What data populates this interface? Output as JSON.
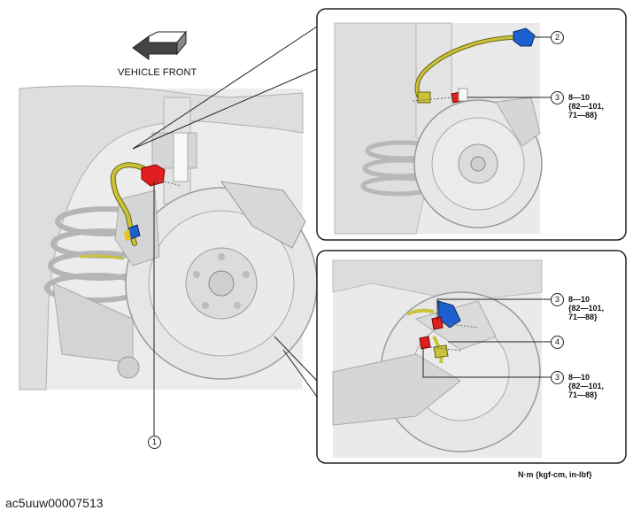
{
  "header": {
    "direction_label": "VEHICLE FRONT",
    "direction_icon": "arrow-left-icon"
  },
  "callouts": {
    "c1": "1",
    "c2": "2",
    "c3a": "3",
    "c3b": "3",
    "c4": "4",
    "c3c": "3"
  },
  "torque_specs": {
    "upper_panel": {
      "line1": "8—10",
      "line2": "{82—101,",
      "line3": "71—88}"
    },
    "lower_panel_a": {
      "line1": "8—10",
      "line2": "{82—101,",
      "line3": "71—88}"
    },
    "lower_panel_b": {
      "line1": "8—10",
      "line2": "{82—101,",
      "line3": "71—88}"
    }
  },
  "footer": {
    "units": "N·m {kgf-cm, in-lbf}",
    "image_id": "ac5uuw00007513"
  },
  "colors": {
    "panel_border": "#222222",
    "line_art": "#9a9a9a",
    "brake_hose": "#c9c23a",
    "bracket_red": "#e02020",
    "bracket_blue": "#1e5fd0",
    "shading": "#d9d9d9"
  }
}
